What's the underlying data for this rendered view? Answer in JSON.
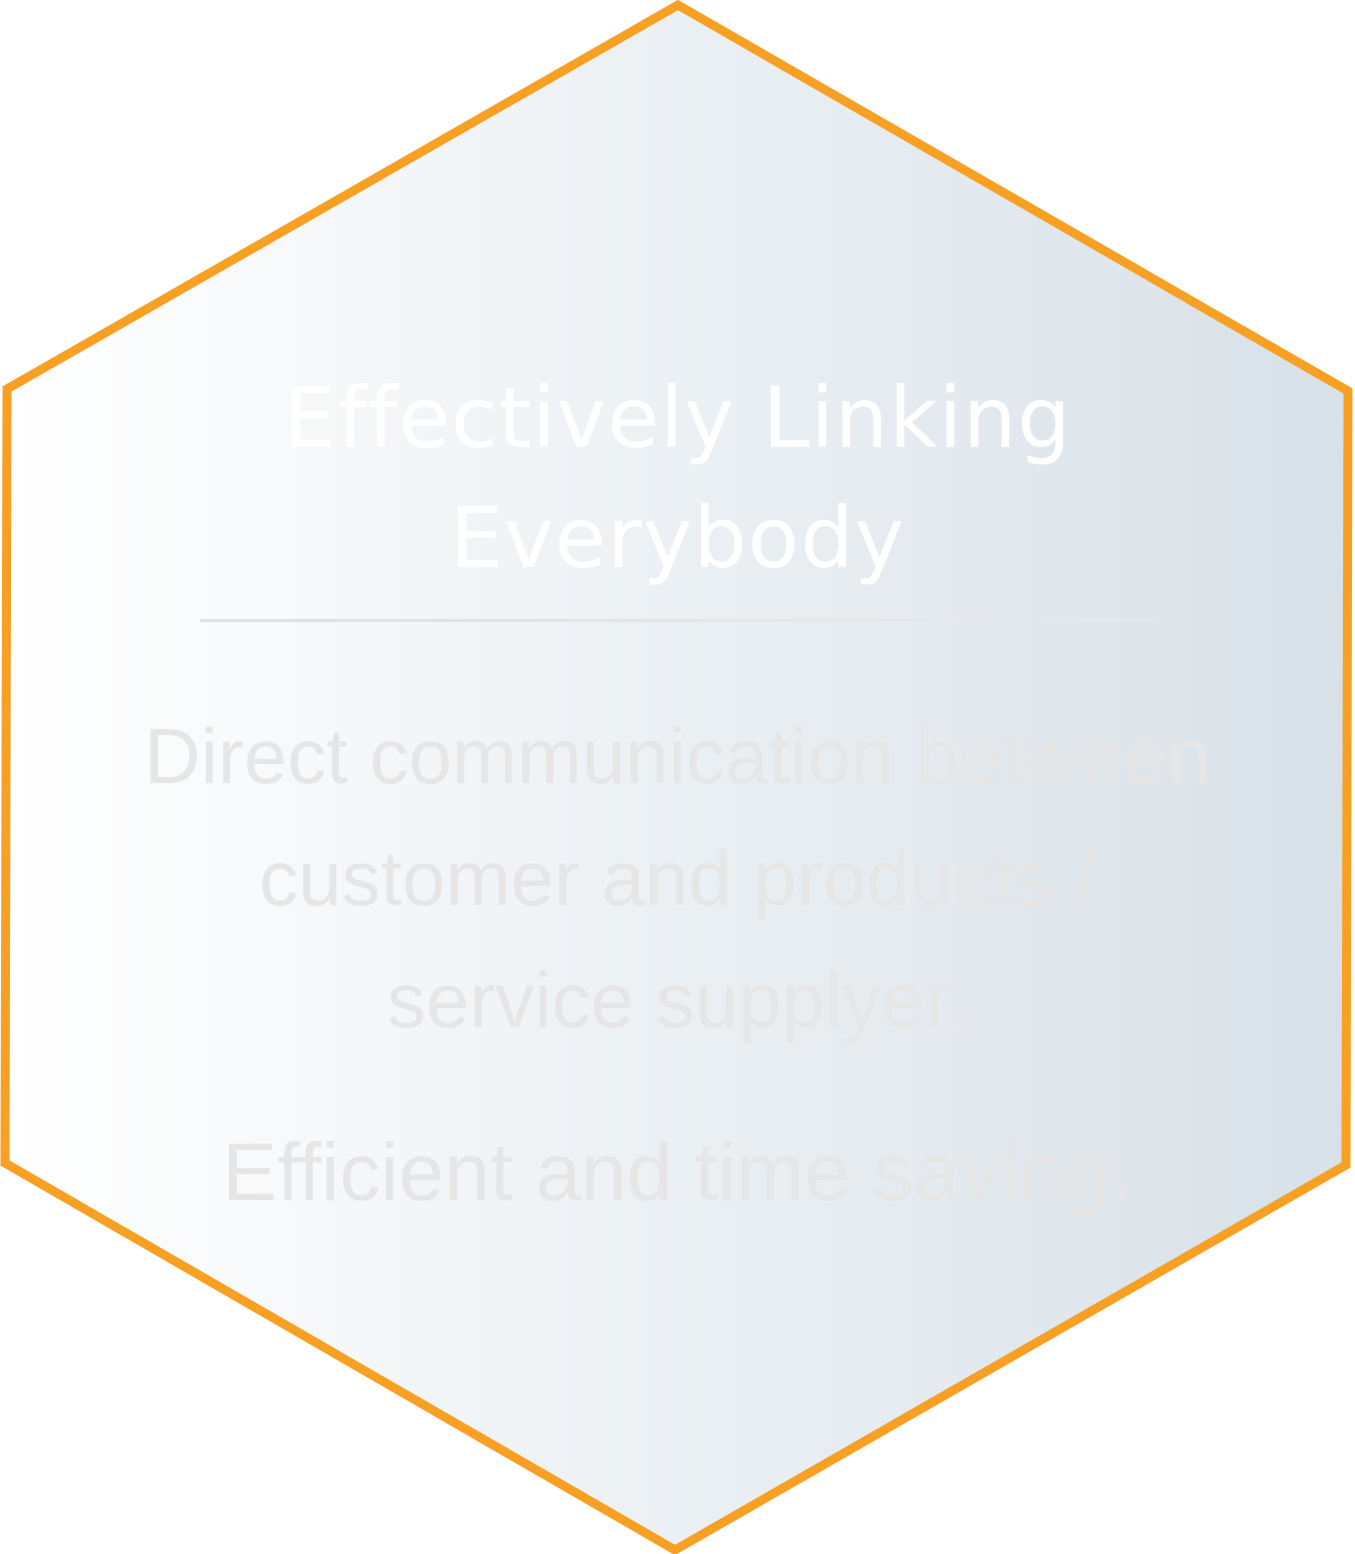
{
  "card": {
    "title_line1": "Effectively Linking",
    "title_line2": "Everybody",
    "description_line1": "Direct communication between",
    "description_line2": "customer and products /",
    "description_line3": "service supplyer.",
    "tagline": "Efficient and time saving."
  },
  "colors": {
    "border": "#F7A023",
    "fill_left": "#FFFFFF",
    "fill_right": "#D8E1E8",
    "title": "#FFFFFF",
    "body_text": "#E6E6E6",
    "divider": "#E0E0E0"
  }
}
